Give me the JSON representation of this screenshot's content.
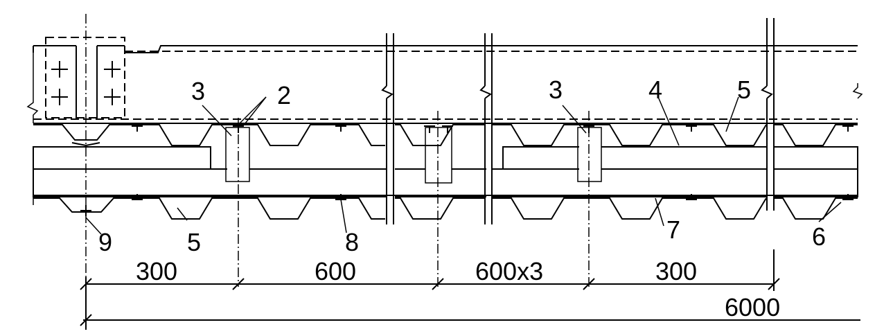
{
  "callouts": {
    "c2": "2",
    "c3a": "3",
    "c3b": "3",
    "c4": "4",
    "c5a": "5",
    "c5b": "5",
    "c6": "6",
    "c7": "7",
    "c8": "8",
    "c9": "9"
  },
  "dimensions": {
    "d1": "300",
    "d2": "600",
    "d3": "600x3",
    "d4": "300",
    "total": "6000"
  }
}
